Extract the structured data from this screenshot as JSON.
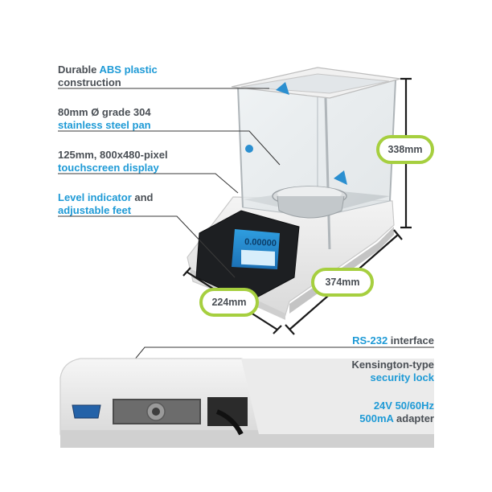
{
  "callouts": {
    "abs": {
      "pre": "Durable ",
      "hl": "ABS plastic",
      "post": "",
      "line2": "construction",
      "line2_hl": false
    },
    "pan": {
      "line1": "80mm Ø grade 304",
      "line2": "stainless steel pan"
    },
    "display": {
      "line1": "125mm, 800x480-pixel",
      "line2": "touchscreen display"
    },
    "level": {
      "hl": "Level indicator",
      "post": " and",
      "line2": "adjustable feet"
    },
    "rs232": {
      "hl": "RS-232",
      "post": " interface"
    },
    "kensington": {
      "line1": "Kensington-type",
      "line2": "security lock"
    },
    "adapter": {
      "line1": "24V 50/60Hz",
      "line2_hl": "500mA",
      "line2_post": " adapter"
    }
  },
  "dimensions": {
    "height": "338mm",
    "depth": "374mm",
    "width": "224mm"
  },
  "display_reading": "0.00000",
  "colors": {
    "accent": "#1e9ad6",
    "badge_border": "#a6cf3f",
    "text": "#4a4f55"
  }
}
